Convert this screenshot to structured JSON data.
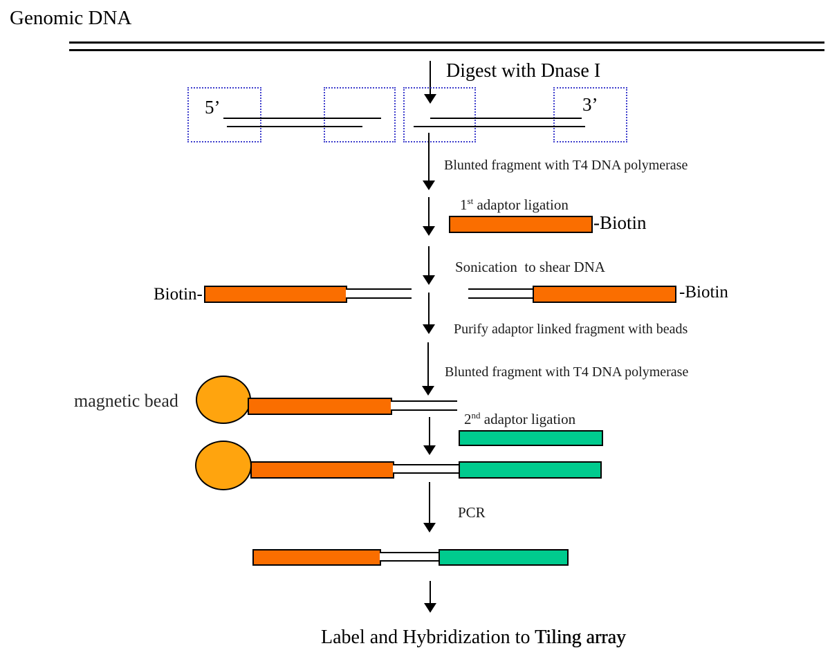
{
  "diagram": {
    "title": "Genomic DNA",
    "ends": {
      "five_prime": "5’",
      "three_prime": "3’"
    },
    "steps": {
      "digest": "Digest with Dnase I",
      "blunt1": "Blunted fragment with T4 DNA polymerase",
      "adaptor1": {
        "num": "1",
        "sup": "st",
        "rest": " adaptor ligation"
      },
      "sonication": "Sonication  to shear DNA",
      "purify": "Purify adaptor linked fragment with beads",
      "blunt2": "Blunted fragment with T4 DNA polymerase",
      "adaptor2": {
        "num": "2",
        "sup": "nd",
        "rest": " adaptor ligation"
      },
      "pcr": "PCR",
      "final": {
        "part1": "Label and Hybridization to ",
        "part2": "Tiling array"
      }
    },
    "tags": {
      "biotin_suffix": "-Biotin",
      "biotin_prefix": "Biotin-",
      "magnetic_bead": "magnetic bead"
    },
    "colors": {
      "adaptor1_fill": "#FA6E00",
      "adaptor2_fill": "#00CB8E",
      "bead_fill": "#FFA40E",
      "fragment_box_border": "#3D3DCC"
    }
  }
}
